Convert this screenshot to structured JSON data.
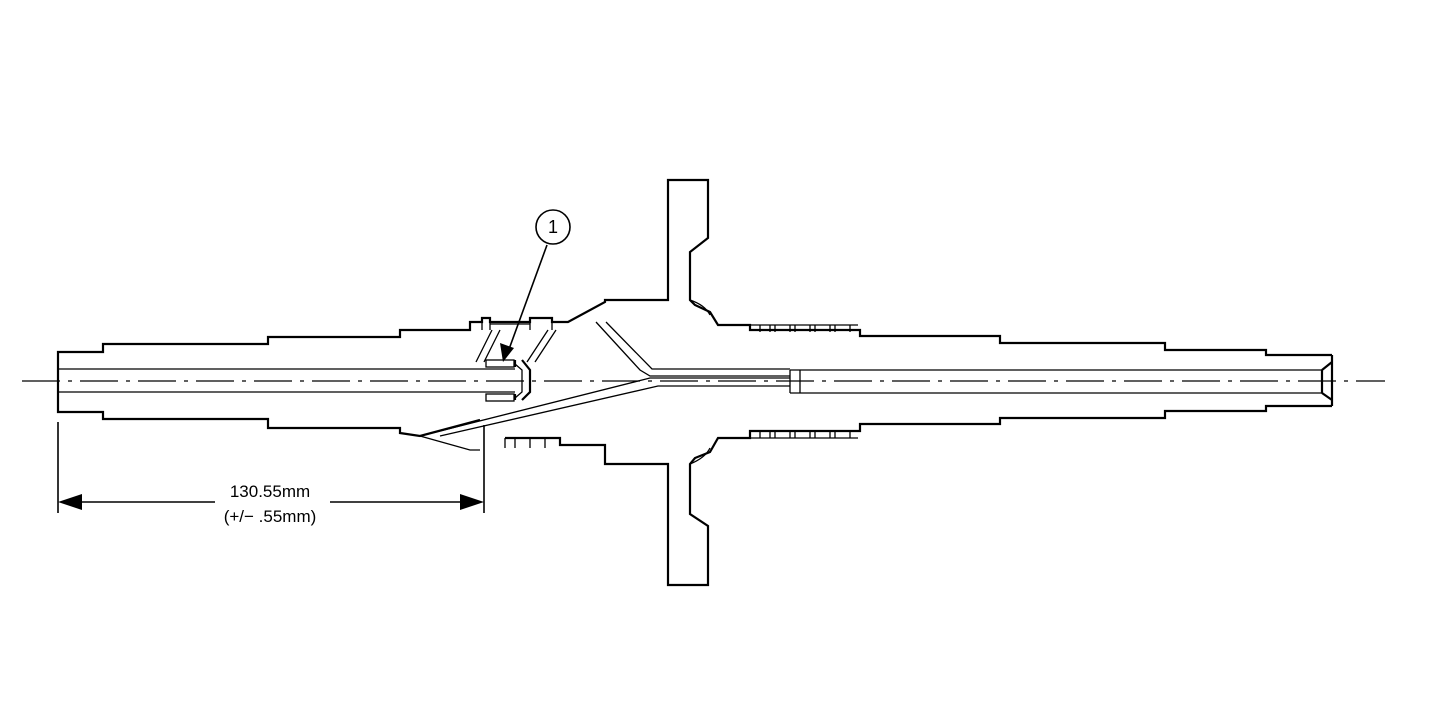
{
  "callout": {
    "number": "1"
  },
  "dimension": {
    "value": "130.55mm",
    "tolerance": "(+/− .55mm)"
  }
}
